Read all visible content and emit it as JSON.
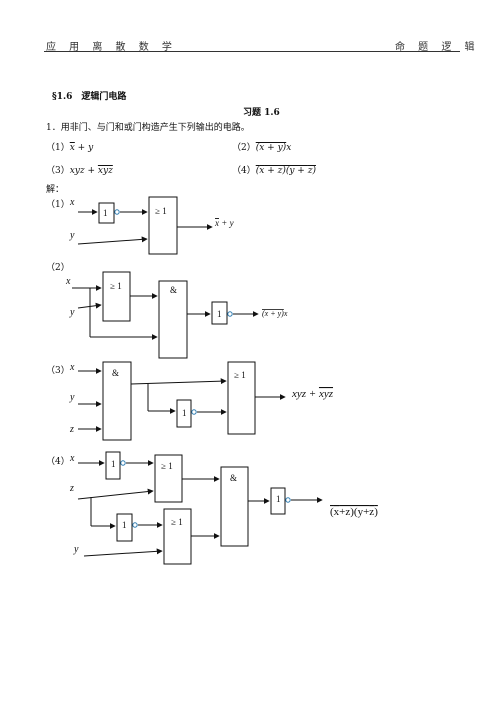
{
  "header": {
    "left": "应 用 离 散 数 学",
    "right": "命 题 逻 辑"
  },
  "section_title": "§1.6　逻辑门电路",
  "exercise_title": "习题 1.6",
  "question": "1．用非门、与门和或门构造产生下列输出的电路。",
  "items": {
    "p1": "（1）",
    "p2": "（2）",
    "p3": "（3）",
    "p4": "（4）"
  },
  "answer_label": "解：",
  "diagram_labels": {
    "d1": "（1）",
    "d2": "（2）",
    "d3": "（3）",
    "d4": "（4）"
  },
  "vars": {
    "x": "x",
    "y": "y",
    "z": "z"
  },
  "gates": {
    "not": "1",
    "or": "≥ 1",
    "and": "&"
  },
  "outputs": {
    "o1": "x + y",
    "o2": "(x + y)x",
    "o3": "xyz + xyz",
    "o4": "(x+z)(y+z)"
  },
  "colors": {
    "bubble": "#2a7ab0",
    "ink": "#111111"
  }
}
